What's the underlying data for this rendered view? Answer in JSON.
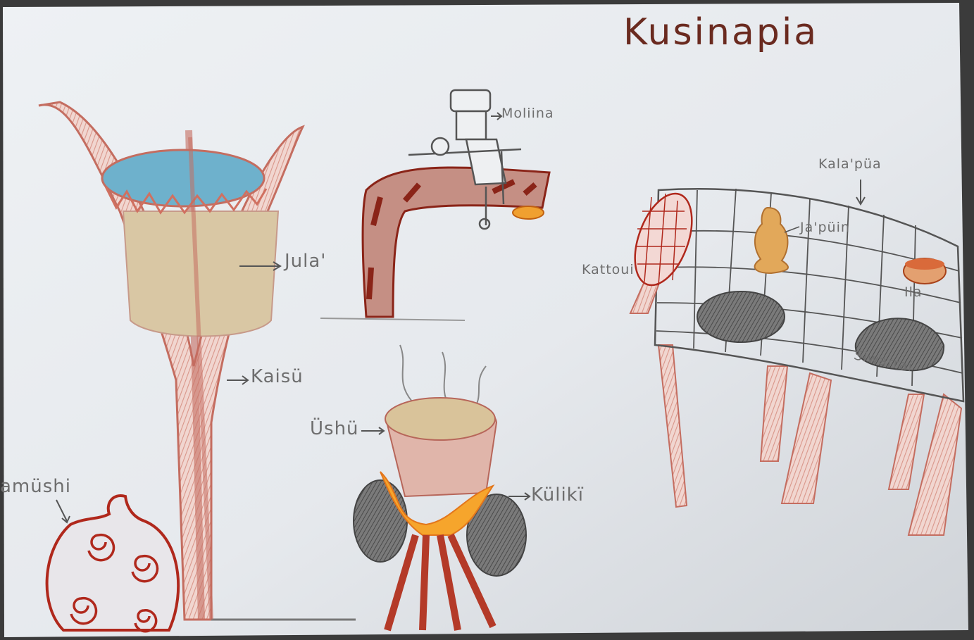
{
  "title": "Kusinapia",
  "labels": {
    "moliina": "Moliina",
    "jula": "Jula'",
    "kaisu": "Kaisü",
    "amushi": "amüshi",
    "ushu": "Üshü",
    "kuliki": "Külikï",
    "kalapua": "Kala'püa",
    "japuin": "Ja'püin",
    "kattoui": "Kattoui",
    "ila": "Ila",
    "siwarrai": "Siwarrai"
  },
  "colors": {
    "paper": "#e7eaee",
    "wood": "#c98a7e",
    "wood_dark": "#8d2a1c",
    "water": "#6bb0cf",
    "pot": "#d8c29a",
    "flame": "#f09a2a",
    "stone": "#5a5a5a"
  }
}
